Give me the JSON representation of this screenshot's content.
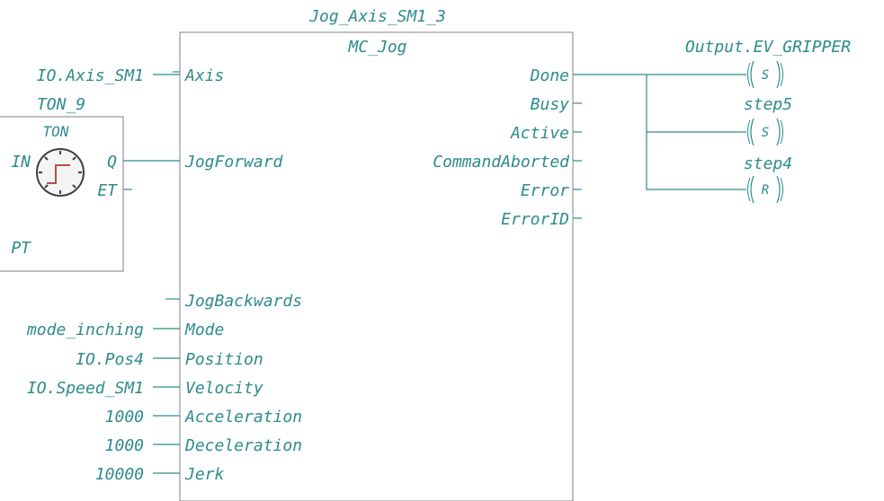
{
  "block": {
    "instance": "Jog_Axis_SM1_3",
    "type": "MC_Jog",
    "inputs": {
      "axis": "Axis",
      "jog_forward": "JogForward",
      "jog_backwards": "JogBackwards",
      "mode": "Mode",
      "position": "Position",
      "velocity": "Velocity",
      "acceleration": "Acceleration",
      "deceleration": "Deceleration",
      "jerk": "Jerk"
    },
    "outputs": {
      "done": "Done",
      "busy": "Busy",
      "active": "Active",
      "command_aborted": "CommandAborted",
      "error": "Error",
      "error_id": "ErrorID"
    }
  },
  "input_values": {
    "axis": "IO.Axis_SM1",
    "mode": "mode_inching",
    "position": "IO.Pos4",
    "velocity": "IO.Speed_SM1",
    "acceleration": "1000",
    "deceleration": "1000",
    "jerk": "10000"
  },
  "timer": {
    "instance": "TON_9",
    "type": "TON",
    "in_pin": "IN",
    "q_pin": "Q",
    "et_pin": "ET",
    "pt_pin": "PT"
  },
  "coils": [
    {
      "variable": "Output.EV_GRIPPER",
      "letter": "S"
    },
    {
      "variable": "step5",
      "letter": "S"
    },
    {
      "variable": "step4",
      "letter": "R"
    }
  ],
  "colors": {
    "wire": "#2e8b8b",
    "text": "#2e8b8b",
    "box_border": "#808080",
    "timer_curve": "#b05050"
  }
}
